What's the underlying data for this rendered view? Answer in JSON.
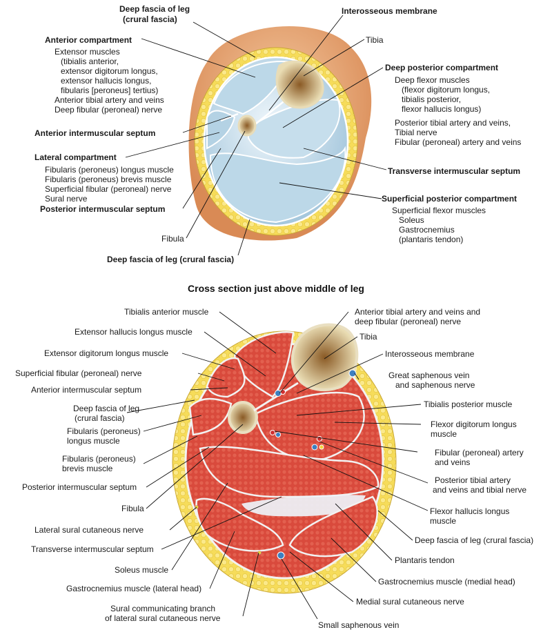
{
  "figure": {
    "section_caption": "Cross section just above middle of leg",
    "top": {
      "deep_fascia_top": [
        "Deep fascia of leg",
        "(crural fascia)"
      ],
      "interosseous": "Interosseous membrane",
      "tibia": "Tibia",
      "anterior_compartment": "Anterior compartment",
      "anterior_contents": [
        "Extensor muscles",
        "(tibialis anterior,",
        "extensor digitorum longus,",
        "extensor hallucis longus,",
        "fibularis [peroneus] tertius)",
        "Anterior tibial artery and veins",
        "Deep fibular (peroneal) nerve"
      ],
      "deep_posterior_compartment": "Deep posterior compartment",
      "deep_posterior_contents": [
        "Deep flexor muscles",
        "(flexor digitorum longus,",
        "tibialis posterior,",
        "flexor hallucis longus)"
      ],
      "deep_posterior_vessels": [
        "Posterior tibial artery and veins,",
        "Tibial nerve",
        "Fibular (peroneal) artery and veins"
      ],
      "anterior_septum": "Anterior intermuscular septum",
      "lateral_compartment": "Lateral compartment",
      "lateral_contents": [
        "Fibularis (peroneus) longus muscle",
        "Fibularis (peroneus) brevis muscle",
        "Superficial fibular (peroneal) nerve",
        "Sural nerve"
      ],
      "transverse_septum": "Transverse intermuscular septum",
      "superficial_posterior_compartment": "Superficial posterior compartment",
      "superficial_posterior_contents": [
        "Superficial flexor muscles",
        "Soleus",
        "Gastrocnemius",
        "(plantaris tendon)"
      ],
      "posterior_septum": "Posterior intermuscular septum",
      "fibula": "Fibula",
      "deep_fascia_bottom": "Deep fascia of leg (crural fascia)"
    },
    "bottom": {
      "tibialis_anterior": "Tibialis anterior muscle",
      "ant_tibial_vessels": [
        "Anterior tibial artery and veins and",
        "deep fibular (peroneal) nerve"
      ],
      "ext_hallucis": "Extensor hallucis longus muscle",
      "tibia": "Tibia",
      "ext_digitorum": "Extensor digitorum longus muscle",
      "interosseous": "Interosseous membrane",
      "sup_fibular_nerve": "Superficial fibular (peroneal) nerve",
      "great_saphenous": [
        "Great saphenous vein",
        "and saphenous nerve"
      ],
      "ant_septum": "Anterior intermuscular septum",
      "tibialis_posterior": "Tibialis posterior muscle",
      "deep_fascia": [
        "Deep fascia of leg",
        "(crural fascia)"
      ],
      "flexor_dig": [
        "Flexor digitorum longus",
        "muscle"
      ],
      "fib_longus": [
        "Fibularis (peroneus)",
        "longus muscle"
      ],
      "fib_artery": [
        "Fibular (peroneal) artery",
        "and veins"
      ],
      "fib_brevis": [
        "Fibularis (peroneus)",
        "brevis muscle"
      ],
      "post_tibial": [
        "Posterior tibial artery",
        "and veins and tibial nerve"
      ],
      "post_septum": "Posterior intermuscular septum",
      "fibula": "Fibula",
      "flexor_hallucis": [
        "Flexor hallucis longus",
        "muscle"
      ],
      "lat_sural": "Lateral sural cutaneous nerve",
      "deep_fascia_right": "Deep fascia of leg (crural fascia)",
      "transverse_septum": "Transverse intermuscular septum",
      "plantaris": "Plantaris tendon",
      "soleus": "Soleus muscle",
      "gastroc_medial": "Gastrocnemius muscle (medial head)",
      "gastroc_lateral": "Gastrocnemius muscle (lateral head)",
      "medial_sural": "Medial sural cutaneous nerve",
      "sural_comm": [
        "Sural communicating branch",
        "of lateral sural cutaneous nerve"
      ],
      "small_saphenous": "Small saphenous vein"
    },
    "colors": {
      "skin": "#e8a878",
      "fat": "#f6dc5a",
      "fascia_blue": "#cfe3ef",
      "muscle": "#d94a3c",
      "bone": "#efe6c8",
      "marrow": "#a8793e",
      "vein": "#3d7fc0",
      "artery": "#d03030"
    }
  }
}
